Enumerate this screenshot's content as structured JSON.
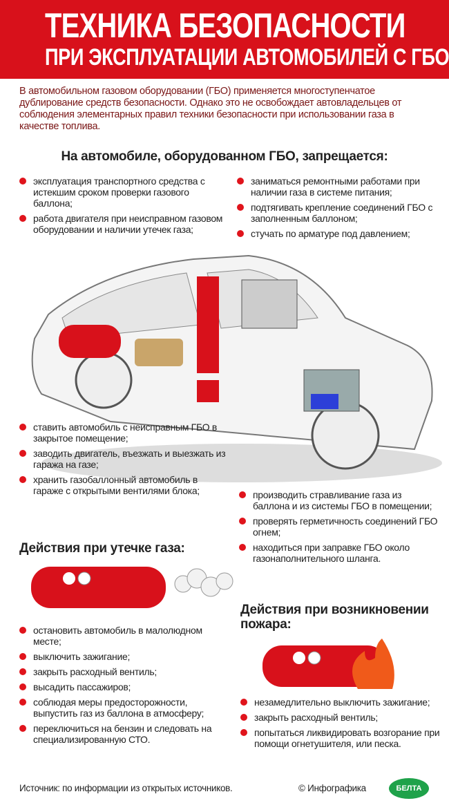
{
  "header": {
    "title_line1": "ТЕХНИКА БЕЗОПАСНОСТИ",
    "title_line2": "ПРИ ЭКСПЛУАТАЦИИ АВТОМОБИЛЕЙ С ГБО"
  },
  "intro": "В автомобильном газовом оборудовании (ГБО) применяется многоступенчатое дублирование средств безопасности. Однако это не освобождает автовладельцев от соблюдения элементарных правил техники безопасности при использовании газа в качестве топлива.",
  "forbidden": {
    "heading": "На автомобиле, оборудованном ГБО, запрещается:",
    "left_top": [
      "эксплуатация транспортного средства с истекшим сроком проверки газового баллона;",
      "работа двигателя при неисправном газовом оборудовании и наличии утечек газа;"
    ],
    "right_top": [
      "заниматься ремонтными работами при наличии газа в системе питания;",
      "подтягивать крепление соединений ГБО с заполненным баллоном;",
      "стучать по арматуре под давлением;"
    ],
    "left_bottom": [
      "ставить автомобиль с неисправным ГБО в закрытое помещение;",
      "заводить двигатель, въезжать и выезжать из гаража на газе;",
      "хранить газобаллонный автомобиль в гараже с открытыми вентилями блока;"
    ],
    "right_bottom": [
      "производить стравливание газа из баллона и из системы ГБО в помещении;",
      "проверять герметичность соединений ГБО огнем;",
      "находиться при заправке ГБО около газонаполнительного шланга."
    ]
  },
  "leak": {
    "heading": "Действия при утечке газа:",
    "items": [
      "остановить автомобиль в малолюдном месте;",
      "выключить зажигание;",
      "закрыть расходный вентиль;",
      "высадить пассажиров;",
      "соблюдая меры предосторожности, выпустить газ из баллона в атмосферу;",
      "переключиться на бензин и следовать на специализированную СТО."
    ]
  },
  "fire": {
    "heading": "Действия при возникновении пожара:",
    "items": [
      "незамедлительно выключить зажигание;",
      "закрыть расходный вентиль;",
      "попытаться ликвидировать возгорание при помощи огнетушителя, или песка."
    ]
  },
  "footer": {
    "source": "Источник: по информации из открытых источников.",
    "copyright": "© Инфографика",
    "logo_text": "БЕЛТА"
  },
  "colors": {
    "accent": "#d8111b",
    "intro_text": "#7a1616",
    "logo": "#1fa24a"
  }
}
